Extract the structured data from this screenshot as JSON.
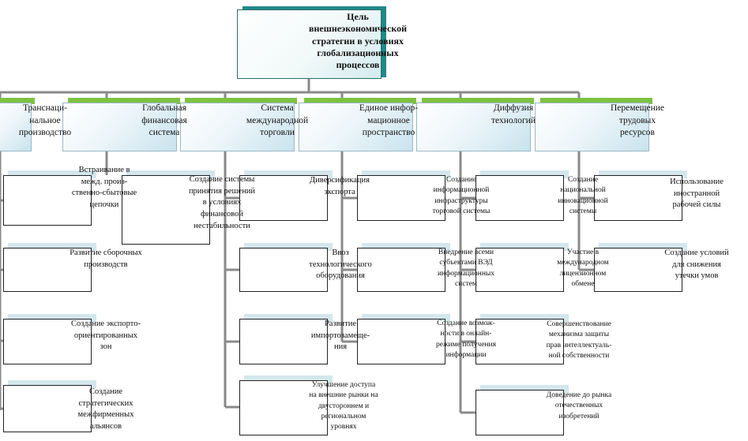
{
  "root": {
    "text": "Цель\nвнешнеэкономической\nстратегии в условиях\nглобализационных\nпроцессов"
  },
  "categories": [
    {
      "id": "c1",
      "text": "Транснаци-\nнальное\nпроизводство"
    },
    {
      "id": "c2",
      "text": "Глобальная\nфинансовая\nсистема"
    },
    {
      "id": "c3",
      "text": "Система\nмеждународной\nторговли"
    },
    {
      "id": "c4",
      "text": "Единое инфор-\nмационное\nпространство"
    },
    {
      "id": "c5",
      "text": "Диффузия\nтехнологий"
    },
    {
      "id": "c6",
      "text": "Перемещение\nтрудовых\nресурсов"
    }
  ],
  "leaves": {
    "c1": [
      "Встраивание в\nмежд. произ-\nственно-сбытовые\nцепочки",
      "Развитие сборочных\nпроизводств",
      "Создание экспорто-\nориентированных\nзон",
      "Создание\nстратегических\nмежфирменных\nальянсов"
    ],
    "c2": [
      "Создание системы\nпринятия решений\nв условиях\nфинансовой\nнестабильности"
    ],
    "c3": [
      "Диверсификация\nэкспорта",
      "Ввоз\nтехнологического\nоборудования",
      "Развитие\nимпортозамеще-\nния",
      "Улучшение доступа\nна внешние рынки на\nдвустороннем и\nрегиональном\nуровнях"
    ],
    "c4": [
      "Создание\nинформационной\nинфраструктуры\nторговой системы",
      "Внедрение всеми\nсубъектами ВЭД\nинформационных\nсистем",
      "Создание возмож-\nности в онлайн-\nрежиме получения\nинформации"
    ],
    "c5": [
      "Создание\nнациональной\nинновационной\nсистемы",
      "Участие в\nмеждународном\nлицензионном\nобмене",
      "Совершенствование\nмеханизма защиты\nправ интеллектуаль-\nной собственности",
      "Доведение до рынка\nотечественных\nизобретений"
    ],
    "c6": [
      "Использование\nиностранной\nрабочей силы",
      "Создание условий\nдля снижения\nутечки умов"
    ]
  }
}
